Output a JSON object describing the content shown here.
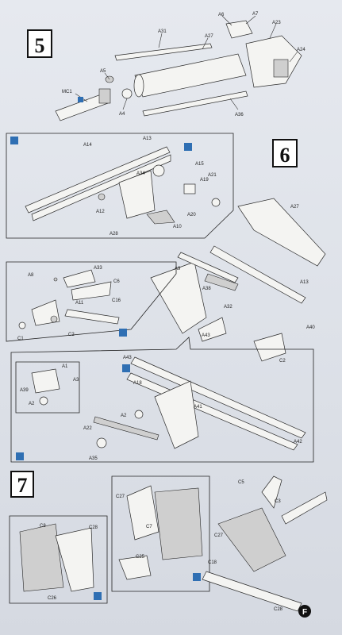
{
  "steps": [
    "5",
    "6",
    "7"
  ],
  "page_badge": "F",
  "labels": {
    "s5": [
      "A31",
      "A6",
      "A7",
      "A27",
      "A23",
      "A24",
      "A5",
      "MC1",
      "A4",
      "A36"
    ],
    "s6a": [
      "A14",
      "A13",
      "A15",
      "A34",
      "A19",
      "A21",
      "A12",
      "A28",
      "A10",
      "A20"
    ],
    "s6b": [
      "A27",
      "A9",
      "A38",
      "A13",
      "A32",
      "A40",
      "A43",
      "C2"
    ],
    "s6c": [
      "A8",
      "A33",
      "C6",
      "A11",
      "C16",
      "C1",
      "C2"
    ],
    "s6d": [
      "A43",
      "A1",
      "A18",
      "A3",
      "A39",
      "A2",
      "A41",
      "A22",
      "A2",
      "A35",
      "A42"
    ],
    "s7": [
      "C5",
      "C3",
      "C27",
      "C7",
      "C25",
      "C8",
      "C28",
      "C27",
      "C18",
      "C26",
      "C28"
    ]
  },
  "colors": {
    "ink": "#222222",
    "accent": "#2f6fb3",
    "paper": "#e2e6ec"
  }
}
